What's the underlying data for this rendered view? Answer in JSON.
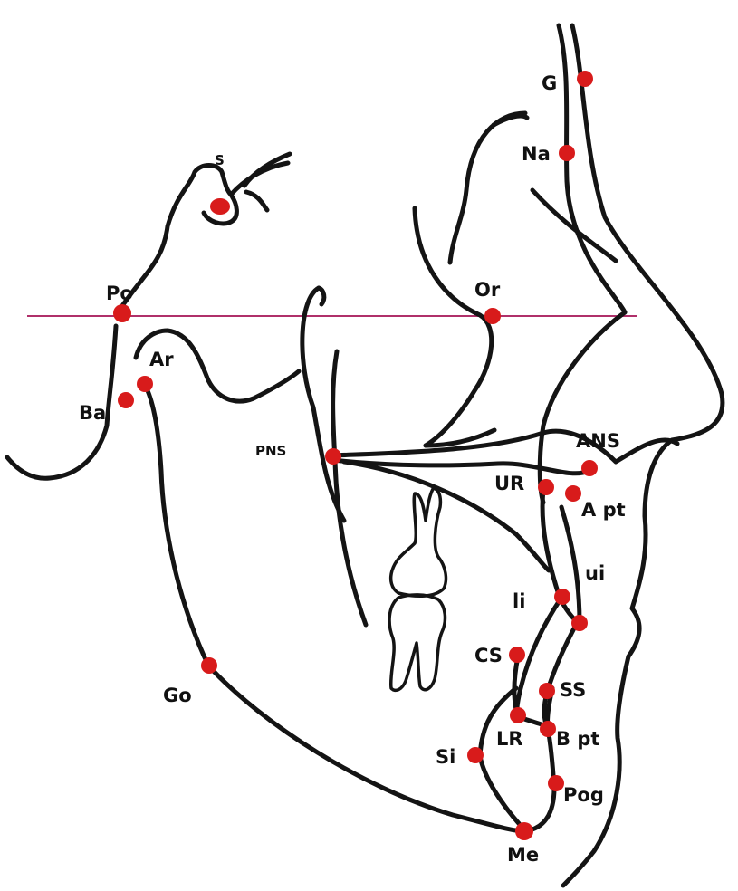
{
  "diagram": {
    "landmark_color": "#d81b1b",
    "line_color": "#141414",
    "fh_plane_color": "#b0306a",
    "landmarks": [
      {
        "id": "G",
        "label": "G"
      },
      {
        "id": "Na",
        "label": "Na"
      },
      {
        "id": "S",
        "label": "S"
      },
      {
        "id": "Po",
        "label": "Po"
      },
      {
        "id": "Or",
        "label": "Or"
      },
      {
        "id": "Ar",
        "label": "Ar"
      },
      {
        "id": "Ba",
        "label": "Ba"
      },
      {
        "id": "PNS",
        "label": "PNS"
      },
      {
        "id": "ANS",
        "label": "ANS"
      },
      {
        "id": "UR",
        "label": "UR"
      },
      {
        "id": "Apt",
        "label": "A pt"
      },
      {
        "id": "ui",
        "label": "ui"
      },
      {
        "id": "li",
        "label": "li"
      },
      {
        "id": "CS",
        "label": "CS"
      },
      {
        "id": "Go",
        "label": "Go"
      },
      {
        "id": "SS",
        "label": "SS"
      },
      {
        "id": "LR",
        "label": "LR"
      },
      {
        "id": "Bpt",
        "label": "B pt"
      },
      {
        "id": "Si",
        "label": "Si"
      },
      {
        "id": "Pog",
        "label": "Pog"
      },
      {
        "id": "Me",
        "label": "Me"
      }
    ]
  }
}
